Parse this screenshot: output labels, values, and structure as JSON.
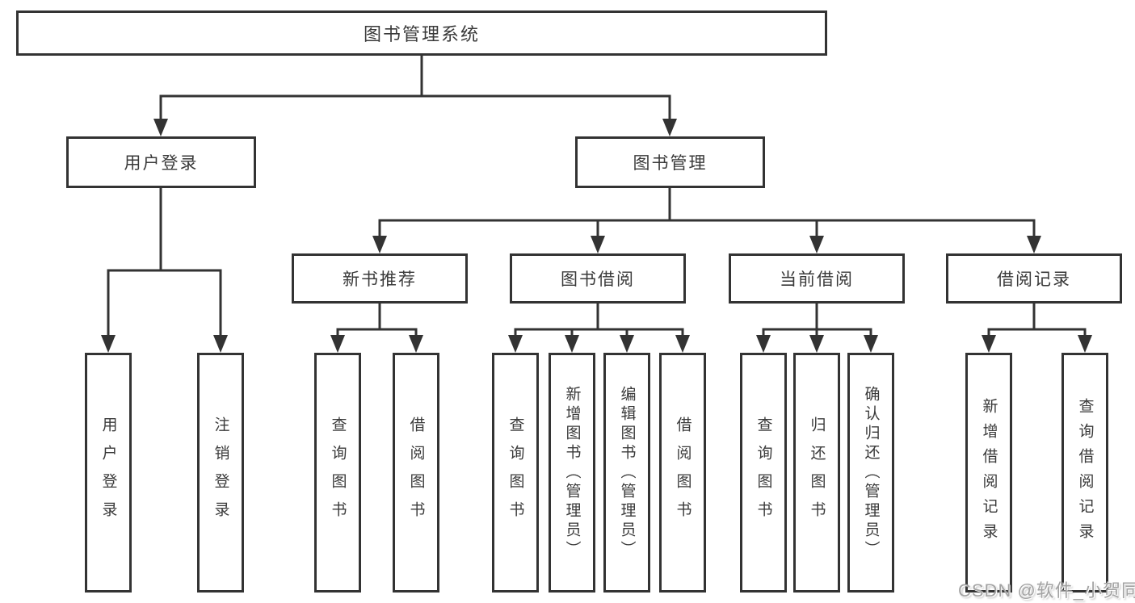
{
  "tree": {
    "label": "图书管理系统",
    "children": [
      {
        "label": "用户登录",
        "children": [
          {
            "label": "用户登录"
          },
          {
            "label": "注销登录"
          }
        ]
      },
      {
        "label": "图书管理",
        "children": [
          {
            "label": "新书推荐",
            "children": [
              {
                "label": "查询图书"
              },
              {
                "label": "借阅图书"
              }
            ]
          },
          {
            "label": "图书借阅",
            "children": [
              {
                "label": "查询图书"
              },
              {
                "label": "新增图书（管理员）"
              },
              {
                "label": "编辑图书（管理员）"
              },
              {
                "label": "借阅图书"
              }
            ]
          },
          {
            "label": "当前借阅",
            "children": [
              {
                "label": "查询图书"
              },
              {
                "label": "归还图书"
              },
              {
                "label": "确认归还（管理员）"
              }
            ]
          },
          {
            "label": "借阅记录",
            "children": [
              {
                "label": "新增借阅记录"
              },
              {
                "label": "查询借阅记录"
              }
            ]
          }
        ]
      }
    ]
  },
  "watermark": {
    "text": "CSDN @软件_小贺同学"
  },
  "colors": {
    "line": "#333333",
    "text": "#3a3a3a",
    "watermark": "#a3a3a3",
    "background": "#ffffff"
  }
}
